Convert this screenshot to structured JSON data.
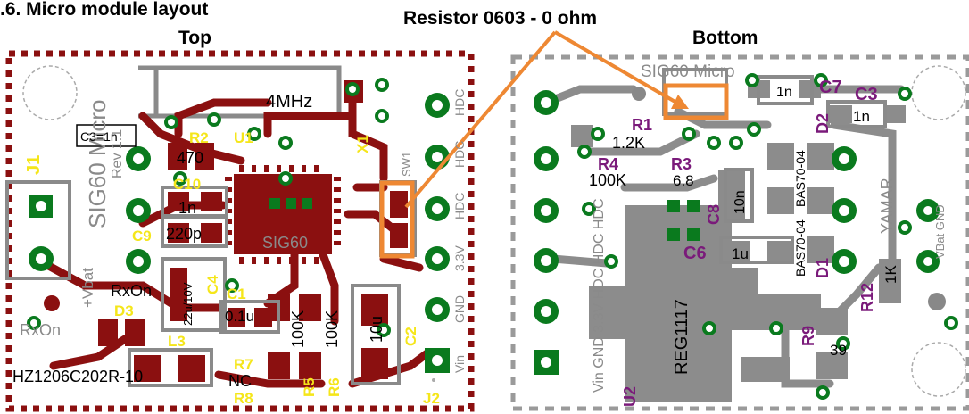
{
  "figure": {
    "section_title": ".6. Micro module layout",
    "top_label": "Top",
    "bottom_label": "Bottom",
    "callout": "Resistor 0603  - 0 ohm"
  },
  "colors": {
    "copper_top": "#8b1010",
    "copper_bottom": "#8c8c8c",
    "outline": "#8a8a8a",
    "pad_green": "#0a7a1e",
    "silk_yellow": "#f5e61a",
    "silk_purple": "#7a1a7a",
    "callout_orange": "#ee8833",
    "board_edge_top": "#8b1010",
    "board_edge_bottom": "#9a9a9a"
  },
  "top_board": {
    "crystal": "4MHz",
    "silk_rev": "SIG60 Micro",
    "silk_rev2": "Rev 1.1",
    "c3_box": "C3=1n",
    "chip": "SIG60",
    "labels": [
      {
        "id": "r2",
        "text": "R2"
      },
      {
        "id": "r2v",
        "text": "470"
      },
      {
        "id": "u1",
        "text": "U1"
      },
      {
        "id": "x1",
        "text": "X1"
      },
      {
        "id": "j1",
        "text": "J1"
      },
      {
        "id": "c10",
        "text": "C10"
      },
      {
        "id": "c10v",
        "text": "1n"
      },
      {
        "id": "c9",
        "text": "C9"
      },
      {
        "id": "c9v",
        "text": "220p"
      },
      {
        "id": "vbat",
        "text": "+Vbat"
      },
      {
        "id": "rxon",
        "text": "RxOn"
      },
      {
        "id": "rxon2",
        "text": "RxOn"
      },
      {
        "id": "d3",
        "text": "D3"
      },
      {
        "id": "c4",
        "text": "C4"
      },
      {
        "id": "c4v",
        "text": "22u/10V"
      },
      {
        "id": "c1",
        "text": "C1"
      },
      {
        "id": "c1v",
        "text": "0.1u"
      },
      {
        "id": "l3",
        "text": "L3"
      },
      {
        "id": "ferrite",
        "text": "HZ1206C202R-10"
      },
      {
        "id": "r7",
        "text": "R7"
      },
      {
        "id": "r7v",
        "text": "NC"
      },
      {
        "id": "r8",
        "text": "R8"
      },
      {
        "id": "r5",
        "text": "R5"
      },
      {
        "id": "r5v",
        "text": "100K"
      },
      {
        "id": "r6",
        "text": "R6"
      },
      {
        "id": "r6v",
        "text": "100K"
      },
      {
        "id": "c2",
        "text": "C2"
      },
      {
        "id": "c2v",
        "text": "10u"
      },
      {
        "id": "j2",
        "text": "J2"
      },
      {
        "id": "sw1",
        "text": "SW1"
      },
      {
        "id": "hdc1",
        "text": "HDC"
      },
      {
        "id": "hdc2",
        "text": "HDC"
      },
      {
        "id": "hdc3",
        "text": "HDC"
      },
      {
        "id": "v33",
        "text": "3.3V"
      },
      {
        "id": "gnd",
        "text": "GND"
      },
      {
        "id": "vin",
        "text": "Vin"
      }
    ]
  },
  "bottom_board": {
    "silk_title": "SIG60 Micro",
    "labels": [
      {
        "id": "c7",
        "text": "C7"
      },
      {
        "id": "c7v",
        "text": "1n"
      },
      {
        "id": "c3",
        "text": "C3"
      },
      {
        "id": "c3v",
        "text": "1n"
      },
      {
        "id": "r1",
        "text": "R1"
      },
      {
        "id": "r1v",
        "text": "1.2K"
      },
      {
        "id": "r4",
        "text": "R4"
      },
      {
        "id": "r4v",
        "text": "100K"
      },
      {
        "id": "r3",
        "text": "R3"
      },
      {
        "id": "r3v",
        "text": "6.8"
      },
      {
        "id": "c8",
        "text": "C8"
      },
      {
        "id": "c8v",
        "text": "10n"
      },
      {
        "id": "d2",
        "text": "D2"
      },
      {
        "id": "bas1",
        "text": "BAS70-04"
      },
      {
        "id": "bas2",
        "text": "BAS70-04"
      },
      {
        "id": "d1",
        "text": "D1"
      },
      {
        "id": "yamar",
        "text": "YAMAR"
      },
      {
        "id": "c6",
        "text": "C6"
      },
      {
        "id": "c6v",
        "text": "1u"
      },
      {
        "id": "r12",
        "text": "R12"
      },
      {
        "id": "r12v",
        "text": "1K"
      },
      {
        "id": "vbatgnd",
        "text": "VBat GND"
      },
      {
        "id": "reg",
        "text": "REG1117"
      },
      {
        "id": "r9",
        "text": "R9"
      },
      {
        "id": "r9v",
        "text": "39"
      },
      {
        "id": "u2",
        "text": "U2"
      },
      {
        "id": "hdcl",
        "text": "Vin GND 3.3V HDC HDC HDC"
      }
    ]
  }
}
